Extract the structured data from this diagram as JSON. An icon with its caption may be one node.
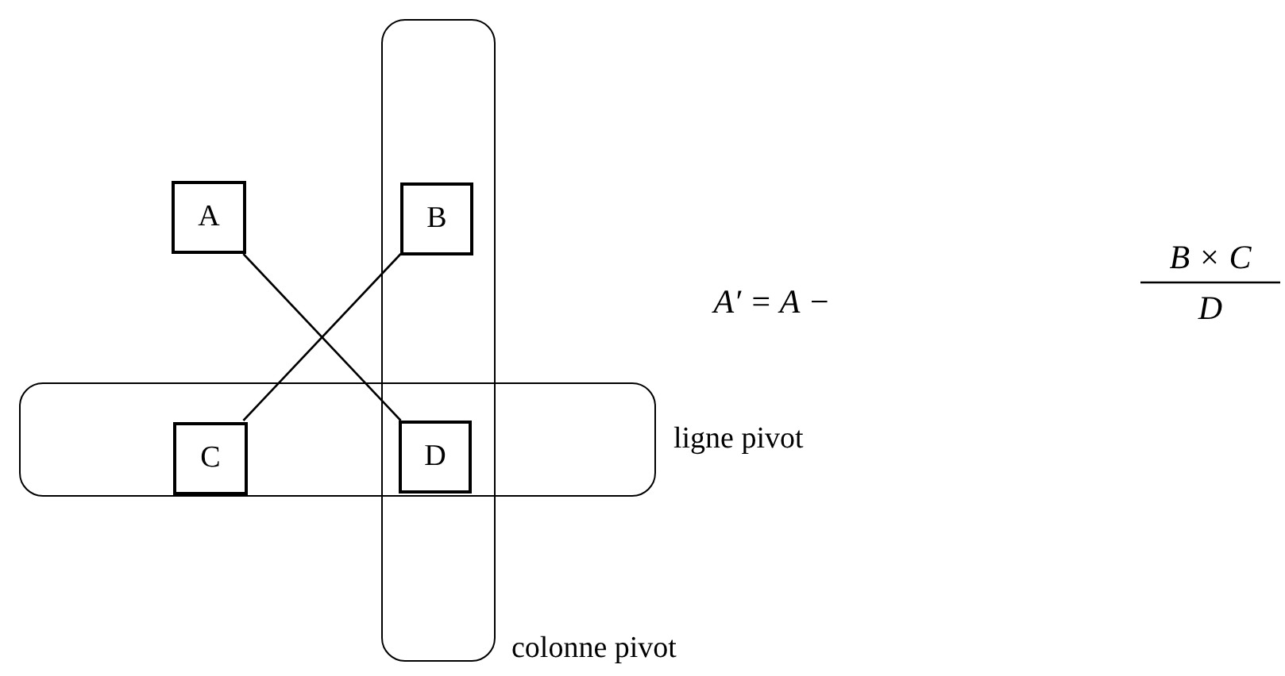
{
  "diagram": {
    "nodes": [
      {
        "text": [],
        "shape": "box",
        "beside": [
          "colonne pivot"
        ]
      },
      {
        "text": [
          "A"
        ]
      },
      {
        "text": [
          "B"
        ],
        "in": 0
      },
      {
        "text": [],
        "shape": "box",
        "beside": [
          "ligne pivot"
        ]
      },
      {
        "text": [
          "C"
        ],
        "in": 3
      },
      {
        "text": [
          "D"
        ]
      }
    ],
    "edges": [
      {
        "from": 1,
        "to": 5,
        "arrow": "none"
      },
      {
        "from": 2,
        "to": 4,
        "arrow": "none"
      }
    ],
    "labels": [
      "A′ = A −",
      "B × C",
      "D"
    ]
  }
}
